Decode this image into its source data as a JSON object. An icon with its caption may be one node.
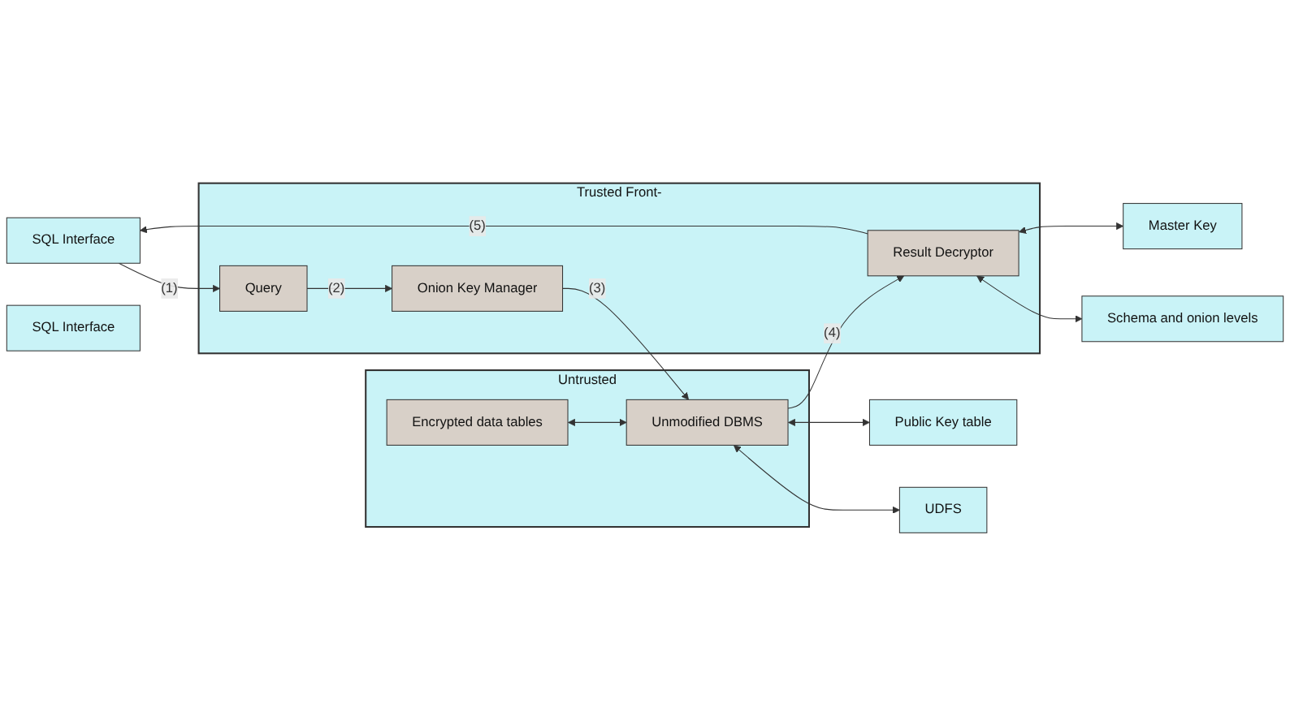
{
  "diagram": {
    "nodes": [
      {
        "text": [
          "SQL Interface"
        ]
      },
      {
        "text": [
          "Trusted Front-"
        ]
      },
      {
        "text": [
          "Query"
        ],
        "in": 1
      },
      {
        "text": [
          "Onion Key Manager"
        ],
        "in": 1
      },
      {
        "text": [
          "Result Decryptor"
        ],
        "in": 1
      },
      {
        "text": [
          "SQL Interface"
        ]
      },
      {
        "text": [
          "Untrusted"
        ]
      },
      {
        "text": [
          "Encrypted data tables"
        ],
        "in": 6
      },
      {
        "text": [
          "Unmodified DBMS"
        ],
        "in": 6
      },
      {
        "text": [
          "Master Key"
        ]
      },
      {
        "text": [
          "Schema and onion levels"
        ]
      },
      {
        "text": [
          "Public Key table"
        ]
      },
      {
        "text": [
          "UDFS"
        ]
      }
    ],
    "edges": [
      {
        "from": 0,
        "to": 2,
        "arrow": "to",
        "label": "(1)"
      },
      {
        "from": 2,
        "to": 3,
        "arrow": "to",
        "label": "(2)"
      },
      {
        "from": 3,
        "to": 8,
        "arrow": "to",
        "label": "(3)"
      },
      {
        "from": 8,
        "to": 4,
        "arrow": "to",
        "label": "(4)"
      },
      {
        "from": 4,
        "to": 0,
        "arrow": "to",
        "label": "(5)"
      },
      {
        "from": 7,
        "to": 8,
        "arrow": "both"
      },
      {
        "from": 4,
        "to": 9,
        "arrow": "both"
      },
      {
        "from": 4,
        "to": 10,
        "arrow": "both"
      },
      {
        "from": 8,
        "to": 11,
        "arrow": "both"
      },
      {
        "from": 8,
        "to": 12,
        "arrow": "both"
      }
    ]
  }
}
